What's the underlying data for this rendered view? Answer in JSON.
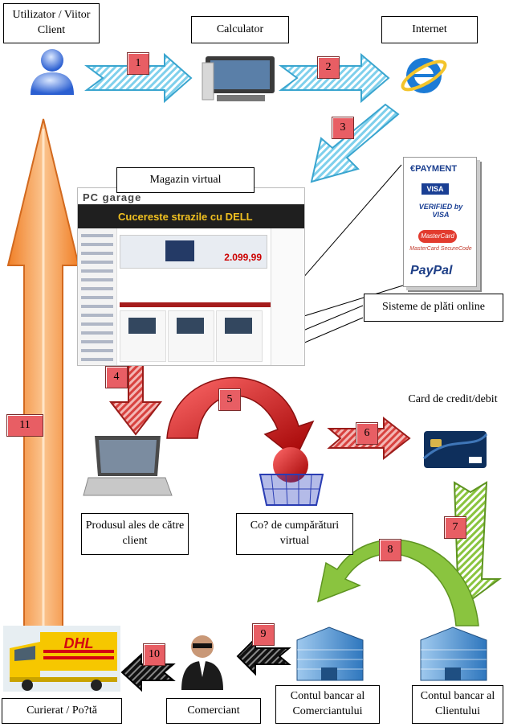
{
  "labels": {
    "user": "Utilizator / Viitor Client",
    "computer": "Calculator",
    "internet": "Internet",
    "shop": "Magazin virtual",
    "payment_systems": "Sisteme de plăti online",
    "card": "Card de credit/debit",
    "product": "Produsul ales de către client",
    "cart": "Co? de cumpărături virtual",
    "merchant_account": "Contul bancar al Comerciantului",
    "client_account": "Contul bancar al Clientului",
    "courier": "Curierat / Po?tă",
    "merchant": "Comerciant"
  },
  "steps": [
    "1",
    "2",
    "3",
    "4",
    "5",
    "6",
    "7",
    "8",
    "9",
    "10",
    "11"
  ],
  "payment_brands": [
    "€PAYMENT",
    "VISA",
    "VERIFIED by VISA",
    "MasterCard",
    "MasterCard SecureCode",
    "PayPal"
  ],
  "courier_brand": "DHL",
  "shop_screenshot": {
    "logo": "PC garage",
    "banner": "Cucereste strazile cu DELL",
    "price": "2.099,99"
  },
  "colors": {
    "blue_arrow": "#6fc7e3",
    "red_arrow": "#d8423f",
    "green_arrow": "#8ac43f",
    "orange_arrow": "#f5a65b",
    "black_arrow": "#111111",
    "step_badge": "#e85e64"
  }
}
